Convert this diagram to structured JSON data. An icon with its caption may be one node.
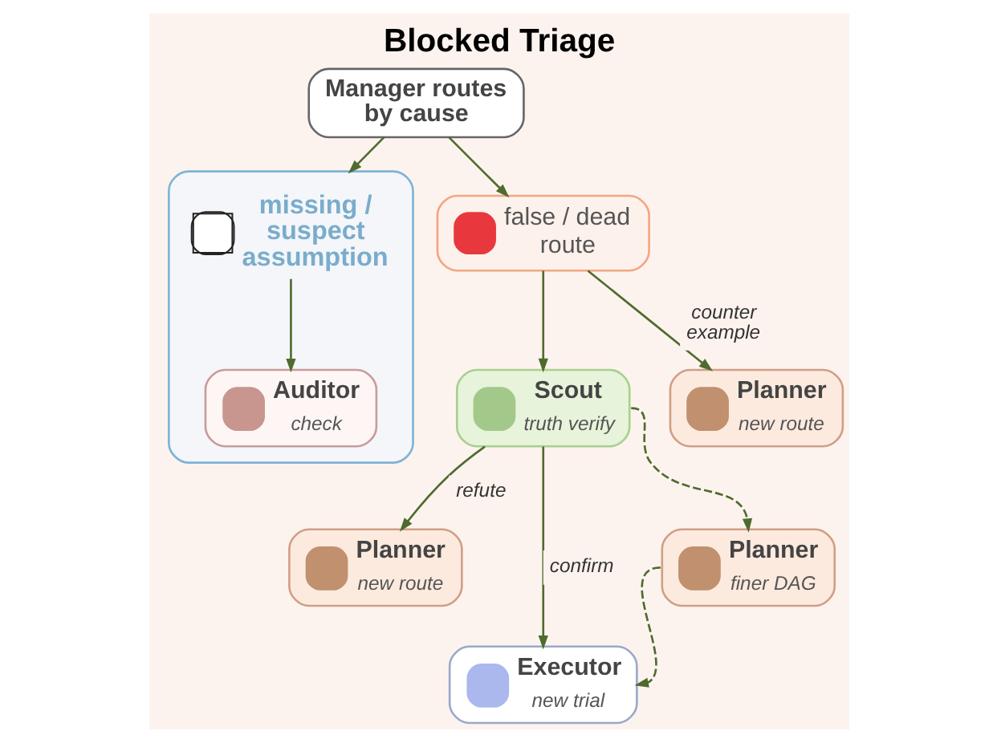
{
  "diagram": {
    "title": "Blocked Triage",
    "nodes": [
      {
        "text": [
          "Manager routes by cause"
        ]
      },
      {
        "text": [
          "missing / suspect assumption"
        ]
      },
      {
        "text": [
          "Auditor",
          "check"
        ],
        "in": 1
      },
      {
        "text": [
          "false / dead route"
        ]
      },
      {
        "text": [
          "Scout",
          "truth verify"
        ]
      },
      {
        "text": [
          "Planner",
          "new route"
        ]
      },
      {
        "text": [
          "Planner",
          "new route"
        ]
      },
      {
        "text": [
          "Planner",
          "finer DAG"
        ]
      },
      {
        "text": [
          "Executor",
          "new trial"
        ]
      }
    ],
    "edges": [
      {
        "from": 0,
        "to": 1,
        "arrow": "to"
      },
      {
        "from": 0,
        "to": 3,
        "arrow": "to"
      },
      {
        "from": 1,
        "to": 2,
        "arrow": "to"
      },
      {
        "from": 3,
        "to": 4,
        "arrow": "to"
      },
      {
        "from": 3,
        "to": 5,
        "arrow": "to",
        "label": "counter example"
      },
      {
        "from": 4,
        "to": 6,
        "arrow": "to",
        "label": "refute"
      },
      {
        "from": 4,
        "to": 8,
        "arrow": "to",
        "label": "confirm"
      },
      {
        "from": 4,
        "to": 7,
        "arrow": "to",
        "style": "dashed"
      },
      {
        "from": 7,
        "to": 8,
        "arrow": "to",
        "style": "dashed"
      }
    ]
  }
}
